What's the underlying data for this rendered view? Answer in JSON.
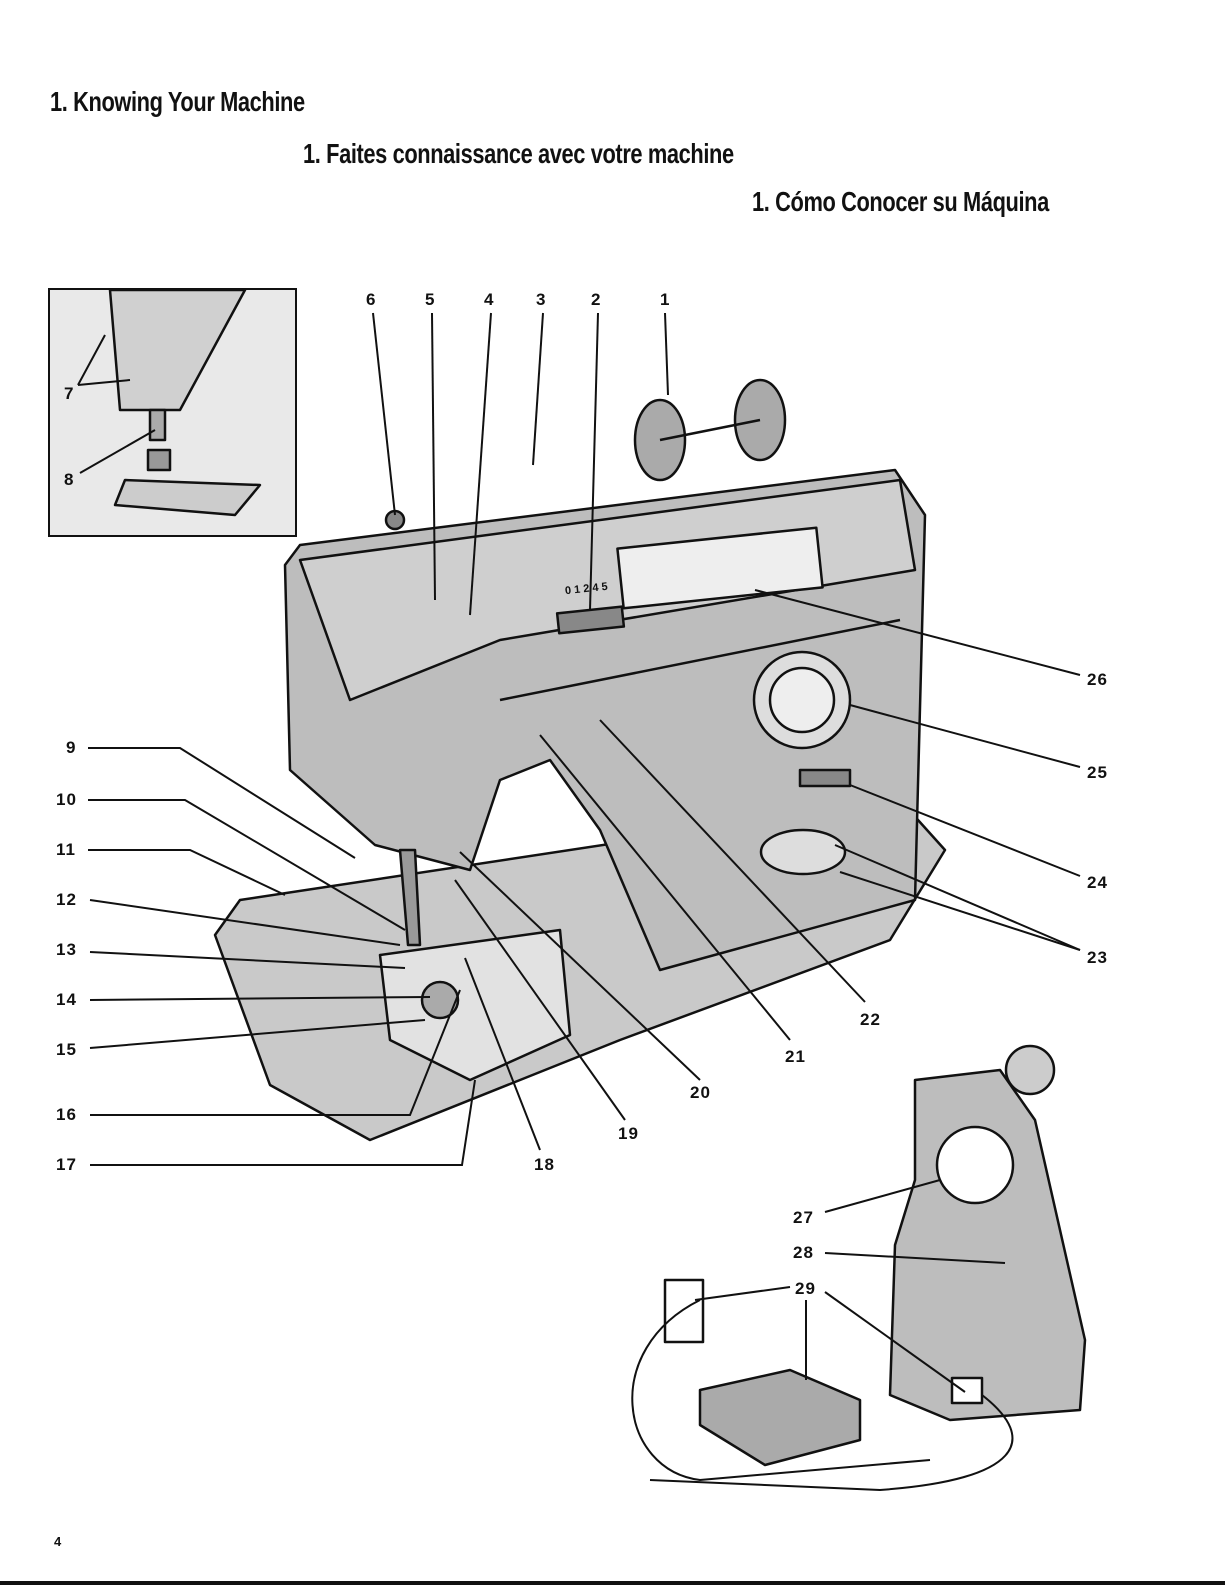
{
  "titles": {
    "en": "1. Knowing Your Machine",
    "fr": "1. Faites connaissance avec votre machine",
    "es": "1. Cómo Conocer su Máquina"
  },
  "inset_labels": [
    "7",
    "8"
  ],
  "callouts": {
    "c1": "1",
    "c2": "2",
    "c3": "3",
    "c4": "4",
    "c5": "5",
    "c6": "6",
    "c9": "9",
    "c10": "10",
    "c11": "11",
    "c12": "12",
    "c13": "13",
    "c14": "14",
    "c15": "15",
    "c16": "16",
    "c17": "17",
    "c18": "18",
    "c19": "19",
    "c20": "20",
    "c21": "21",
    "c22": "22",
    "c23": "23",
    "c24": "24",
    "c25": "25",
    "c26": "26",
    "c27": "27",
    "c28": "28",
    "c29": "29"
  },
  "dial_text": "0 1 2 4 5",
  "page_number": "4",
  "colors": {
    "ink": "#111111",
    "body_gray": "#bdbdbd",
    "light_gray": "#dedede"
  }
}
